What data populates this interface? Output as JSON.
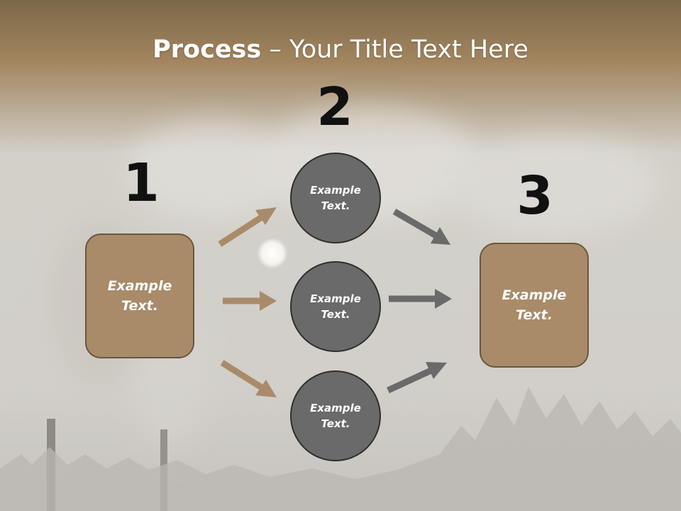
{
  "title": {
    "strong": "Process",
    "rest": " – Your Title Text Here"
  },
  "steps": [
    {
      "number": "1",
      "text": "Example\nText."
    },
    {
      "number": "2",
      "text": "Example\nText."
    },
    {
      "number": "3",
      "text": "Example\nText."
    }
  ],
  "circles": [
    {
      "text": "Example\nText."
    },
    {
      "text": "Example\nText."
    },
    {
      "text": "Example\nText."
    }
  ],
  "colors": {
    "box_fill": "#a98b69",
    "circle_fill": "#6a6a6a",
    "arrow_tan": "#a98b69",
    "arrow_gray": "#6a6a6a"
  }
}
